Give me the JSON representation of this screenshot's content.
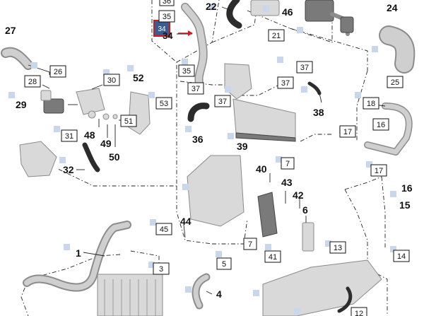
{
  "highlight": {
    "label": "34",
    "color": "#3a5c8f",
    "border": "#d11a1a",
    "arrow_color": "#d11a1a"
  },
  "marker_color": "#c9d7ec",
  "callouts": {
    "c34a": "34",
    "c22": "22",
    "c46": "46",
    "c24": "24",
    "c27": "27",
    "c52": "52",
    "c29": "29",
    "c38": "38",
    "c48": "48",
    "c49": "49",
    "c50": "50",
    "c36": "36",
    "c39": "39",
    "c32": "32",
    "c40": "40",
    "c43": "43",
    "c42": "42",
    "c6": "6",
    "c16": "16",
    "c15": "15",
    "c44": "44",
    "c1": "1",
    "c4": "4"
  },
  "boxes": {
    "b36top": "36",
    "b35": "35",
    "b35b": "35",
    "b21": "21",
    "b26": "26",
    "b28": "28",
    "b30": "30",
    "b53": "53",
    "b37a": "37",
    "b37b": "37",
    "b37c": "37",
    "b37d": "37",
    "b18": "18",
    "b16": "16",
    "b31": "31",
    "b51": "51",
    "b17a": "17",
    "b17b": "17",
    "b25": "25",
    "b7a": "7",
    "b7b": "7",
    "b45": "45",
    "b41": "41",
    "b13": "13",
    "b3": "3",
    "b5": "5",
    "b14": "14",
    "b12": "12"
  }
}
